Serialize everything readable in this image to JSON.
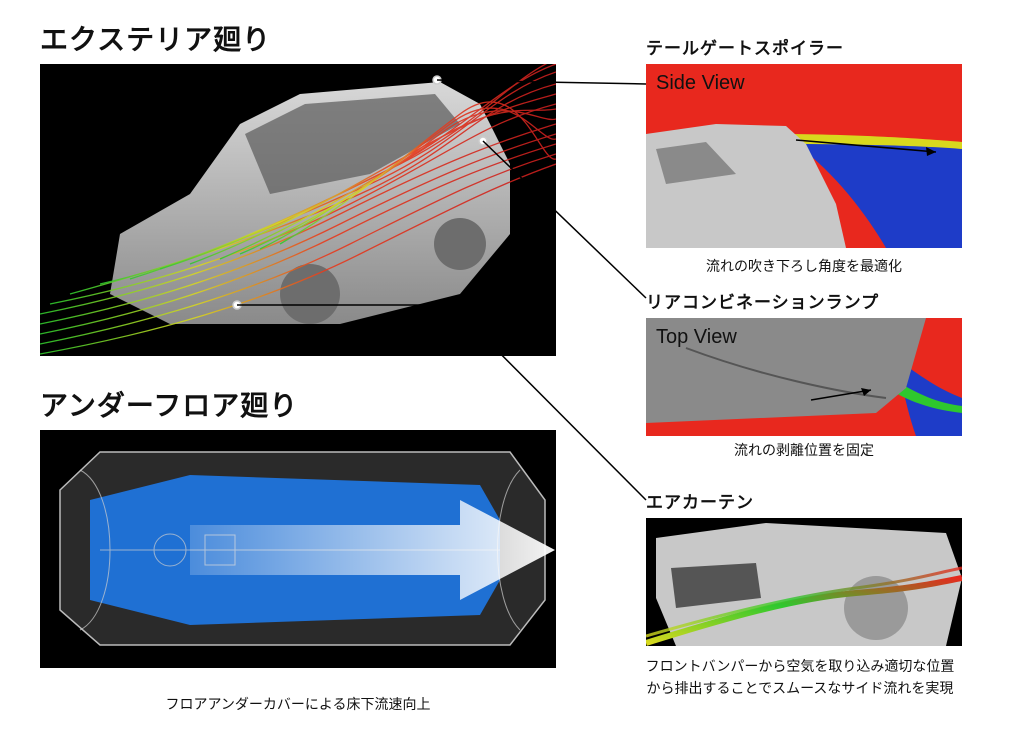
{
  "exterior": {
    "heading": "エクステリア廻り"
  },
  "underfloor": {
    "heading": "アンダーフロア廻り",
    "caption": "フロアアンダーカバーによる床下流速向上"
  },
  "tailgate_spoiler": {
    "heading": "テールゲートスポイラー",
    "view_label": "Side View",
    "caption": "流れの吹き下ろし角度を最適化"
  },
  "rear_combination_lamp": {
    "heading": "リアコンビネーションランプ",
    "view_label": "Top View",
    "caption": "流れの剥離位置を固定"
  },
  "air_curtain": {
    "heading": "エアカーテン",
    "caption_line1": "フロントバンパーから空気を取り込み適切な位置",
    "caption_line2": "から排出することでスムースなサイド流れを実現"
  },
  "colors": {
    "flow_red": "#e8281e",
    "flow_yellow": "#e8d21e",
    "flow_green": "#3cc83c",
    "cfd_blue": "#1e3cc8",
    "underbody_blue": "#1e78e6",
    "panel_black": "#000000"
  }
}
